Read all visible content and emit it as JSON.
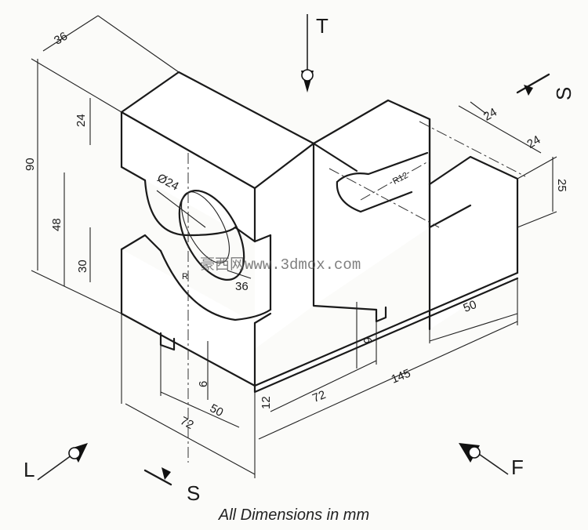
{
  "caption": "All Dimensions in mm",
  "watermark": "豪西网www.3dmox.com",
  "view_labels": {
    "top": "T",
    "left": "L",
    "front": "F",
    "section_top": "S",
    "section_bottom": "S"
  },
  "dimensions": {
    "d36_top": "36",
    "d24_left": "24",
    "d90": "90",
    "d48": "48",
    "d30": "30",
    "phi24": "Ø24",
    "d36_hole": "36",
    "r12": "R12",
    "d24_slot_a": "24",
    "d24_slot_b": "24",
    "d25": "25",
    "d50_right": "50",
    "d6_right": "6",
    "d145": "145",
    "d72_mid": "72",
    "d12": "12",
    "d6_left": "6",
    "d50_left": "50",
    "d72_bottom": "72",
    "r_small": "R"
  }
}
